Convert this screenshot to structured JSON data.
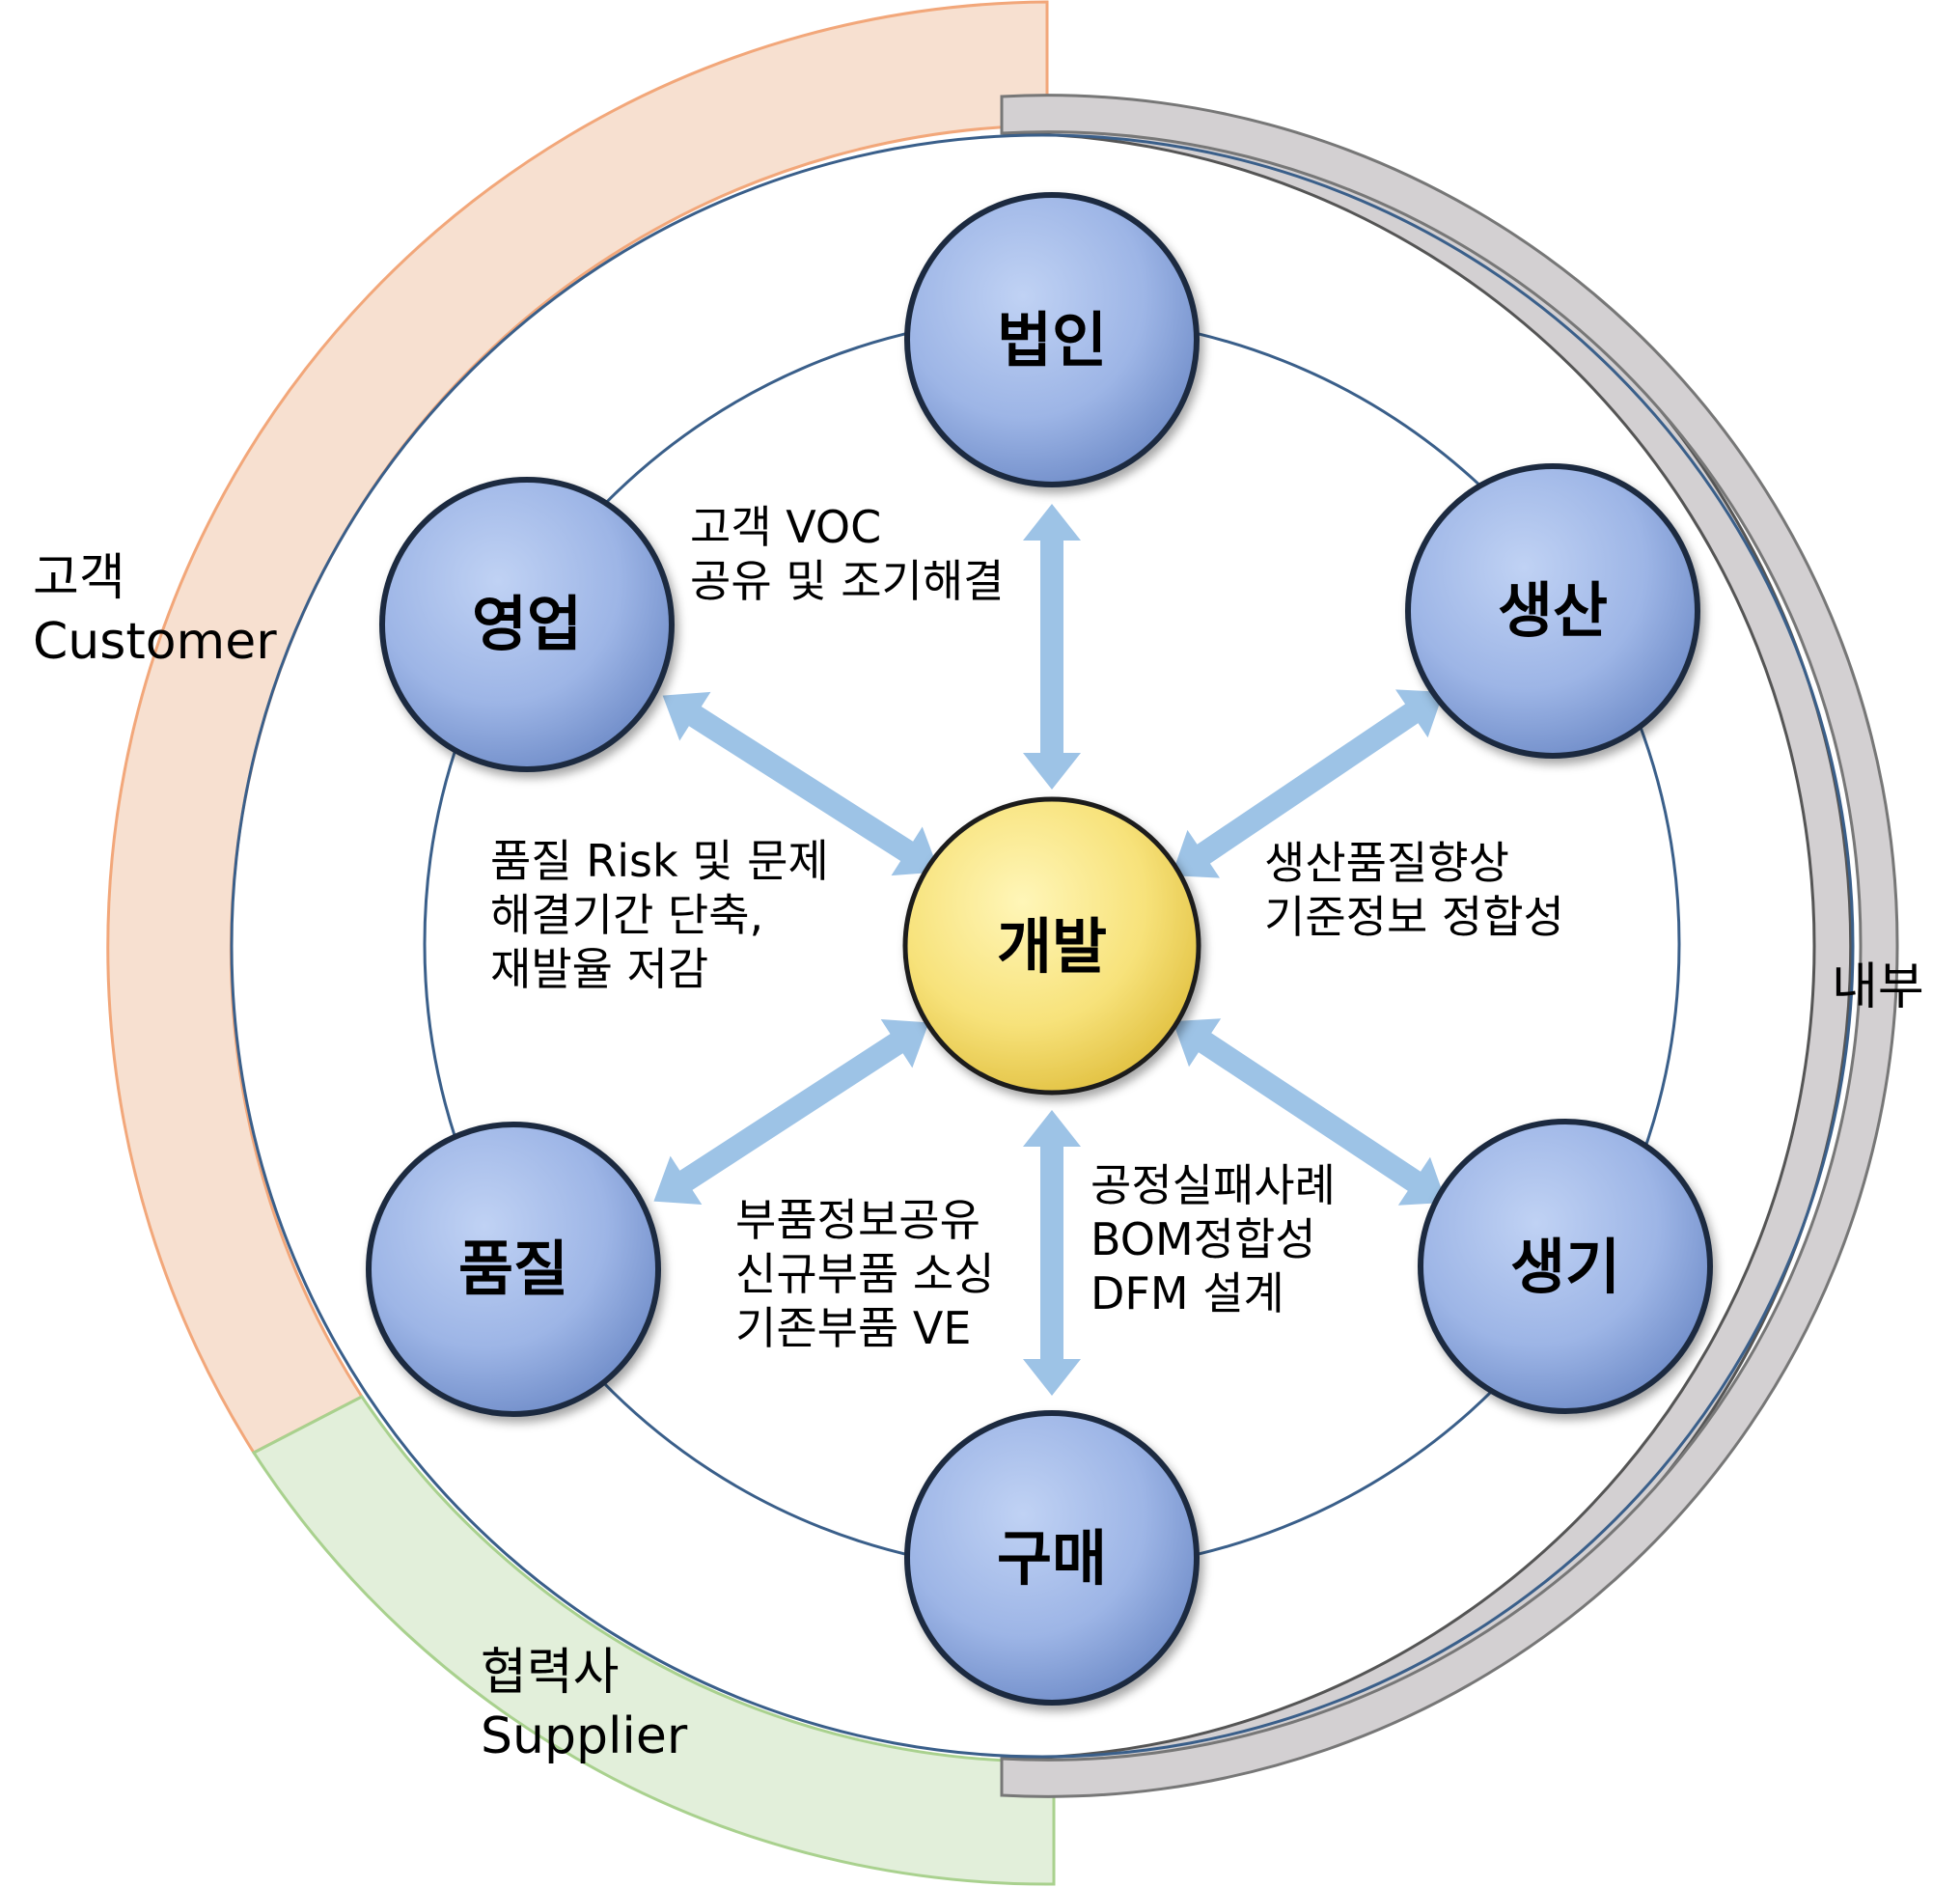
{
  "center": {
    "label": "개발",
    "color": "#f5e06a"
  },
  "nodes": [
    {
      "id": "legal-entity",
      "label": "법인"
    },
    {
      "id": "sales",
      "label": "영업"
    },
    {
      "id": "production",
      "label": "생산"
    },
    {
      "id": "quality",
      "label": "품질"
    },
    {
      "id": "production-engineering",
      "label": "생기"
    },
    {
      "id": "purchasing",
      "label": "구매"
    }
  ],
  "node_color": "#9db5e6",
  "notes": {
    "voc": [
      "고객 VOC",
      "공유 및 조기해결"
    ],
    "quality_risk": [
      "품질 Risk 및 문제",
      "해결기간 단축,",
      "재발율 저감"
    ],
    "production_quality": [
      "생산품질향상",
      "기준정보 정합성"
    ],
    "parts": [
      "부품정보공유",
      "신규부품 소싱",
      "기존부품 VE"
    ],
    "process": [
      "공정실패사례",
      "BOM정합성",
      "DFM 설계"
    ]
  },
  "groups": {
    "customer": {
      "label": [
        "고객",
        "Customer"
      ],
      "color": "#f7d9c6"
    },
    "supplier": {
      "label": [
        "협력사",
        "Supplier"
      ],
      "color": "#dfedd6"
    },
    "internal": {
      "label": "내부",
      "color": "#d0cdcf"
    }
  },
  "arrow_color": "#9dc3e6"
}
